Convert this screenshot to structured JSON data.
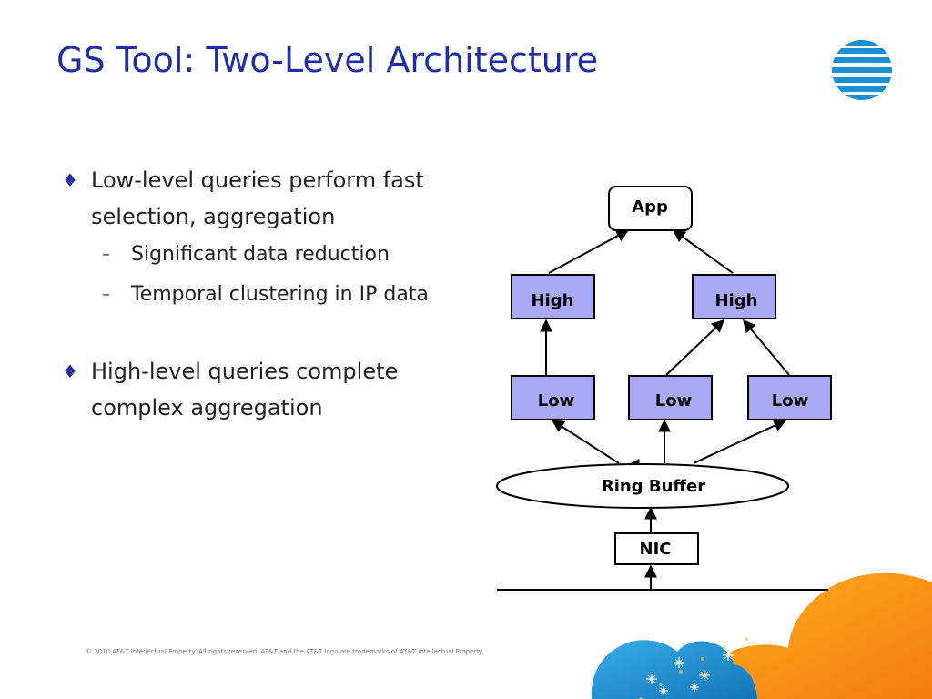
{
  "slide": {
    "title": "GS Tool: Two-Level Architecture",
    "copyright": "© 2010 AT&T Intellectual Property. All rights reserved. AT&T and the AT&T logo are trademarks of AT&T Intellectual Property."
  },
  "bullets": {
    "diamond_icon": "♦",
    "dash_icon": "–",
    "items": [
      {
        "line1": "Low-level queries perform fast",
        "line2": "selection, aggregation",
        "sub": [
          "Significant data reduction",
          "Temporal clustering in IP data"
        ]
      },
      {
        "line1": "High-level queries complete",
        "line2": "complex aggregation"
      }
    ]
  },
  "diagram": {
    "nodes": {
      "app": "App",
      "high": [
        "High",
        "High"
      ],
      "low": [
        "Low",
        "Low",
        "Low"
      ],
      "ring_buffer": "Ring Buffer",
      "nic": "NIC"
    },
    "colors": {
      "query_box_fill": "#a8a8f4",
      "title": "#1f2fa3",
      "logo_blue": "#1b8fd2",
      "cloud_blue": "#2196d3",
      "cloud_orange": "#f79417"
    }
  }
}
